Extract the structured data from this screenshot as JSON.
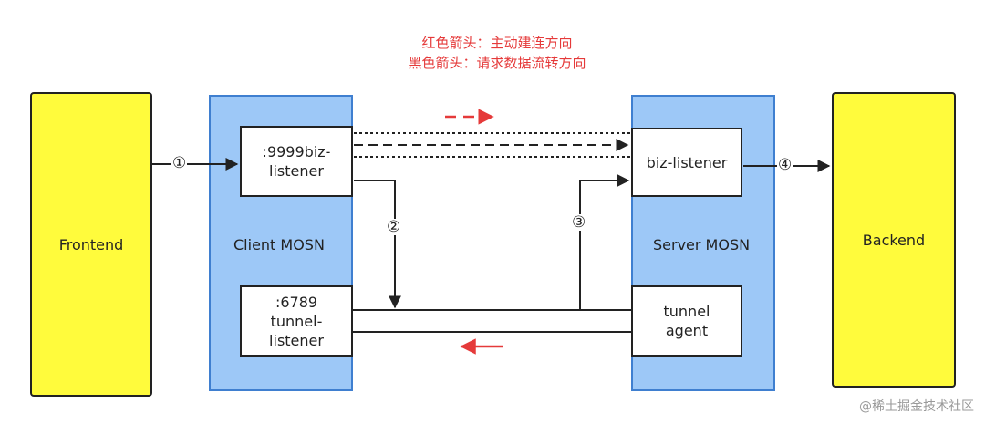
{
  "legend": {
    "red_line": "红色箭头：主动建连方向",
    "black_line": "黑色箭头：请求数据流转方向"
  },
  "nodes": {
    "frontend": "Frontend",
    "backend": "Backend",
    "client_mosn": "Client MOSN",
    "server_mosn": "Server MOSN",
    "biz_listener_client": ":9999biz-\nlistener",
    "tunnel_listener": ":6789\ntunnel-\nlistener",
    "biz_listener_server": "biz-listener",
    "tunnel_agent": "tunnel\nagent"
  },
  "steps": {
    "s1": "①",
    "s2": "②",
    "s3": "③",
    "s4": "④"
  },
  "watermark": "@稀土掘金技术社区",
  "colors": {
    "yellow_fill": "#fffb3c",
    "blue_fill": "#9dc8f7",
    "blue_border": "#3f7fd0",
    "red_arrow": "#e53a3a",
    "black": "#222222"
  }
}
